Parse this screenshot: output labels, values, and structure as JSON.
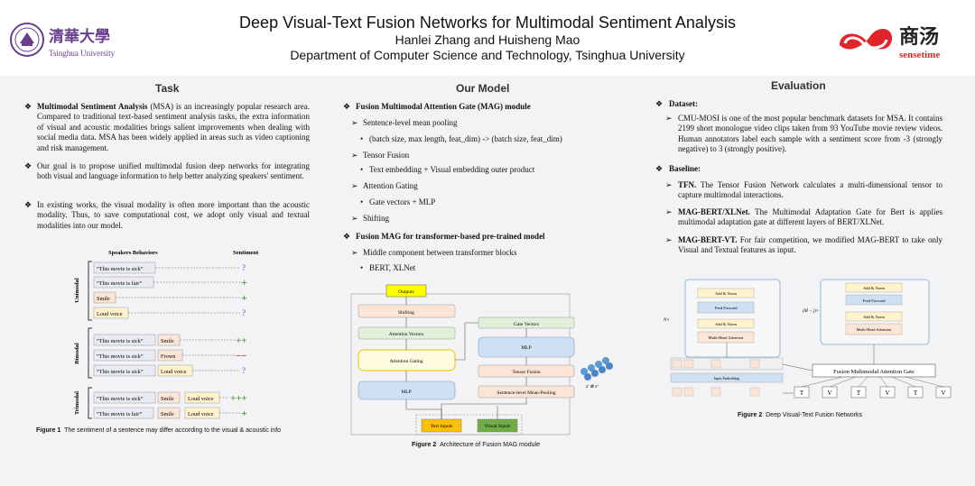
{
  "header": {
    "title": "Deep Visual-Text Fusion Networks for Multimodal Sentiment Analysis",
    "authors": "Hanlei Zhang and Huisheng Mao",
    "department": "Department of Computer Science and Technology, Tsinghua University",
    "left_logo": {
      "chinese": "清華大學",
      "english": "Tsinghua University"
    },
    "right_logo": {
      "chinese": "商汤",
      "english": "sensetime"
    }
  },
  "task": {
    "heading": "Task",
    "p1_bold": "Multimodal Sentiment Analysis",
    "p1_rest": " (MSA) is an increasingly popular research area. Compared to traditional text-based sentiment analysis tasks, the extra information of visual and acoustic modalities brings salient improvements when dealing with social media data. MSA has been widely applied in areas such as video captioning and risk management.",
    "p2": "Our goal is to propose unified multimodal fusion deep networks for integrating both visual and language information to help better analyzing speakers' sentiment.",
    "p3": "In existing works, the visual modality is often more important than the acoustic modality. Thus, to save computational cost, we adopt only visual and textual modalities into our model.",
    "figure1": {
      "col_behaviors": "Speakers Behaviors",
      "col_sentiment": "Sentiment",
      "group_unimodal": "Unimodal",
      "group_bimodal": "Bimodal",
      "group_trimodal": "Trimodal",
      "uni": [
        "“This movie is sick”",
        "“This movie is fair”",
        "Smile",
        "Loud voice"
      ],
      "uni_sent": [
        "?",
        "+",
        "+",
        "?"
      ],
      "bi_text": "“This movie is sick”",
      "bi_cue": [
        "Smile",
        "Frown",
        "Loud voice"
      ],
      "bi_sent": [
        "++",
        "−−",
        "?"
      ],
      "tri_text": [
        "“This movie is sick”",
        "“This movie is fair”"
      ],
      "tri_cue1": [
        "Smile",
        "Smile"
      ],
      "tri_cue2": [
        "Loud voice",
        "Loud voice"
      ],
      "tri_sent": [
        "+++",
        "+"
      ],
      "caption_label": "Figure 1",
      "caption_text": "The sentiment of a sentence may differ according to the visual & acoustic info"
    }
  },
  "model": {
    "heading": "Our Model",
    "s1": "Fusion Multimodal Attention Gate (MAG) module",
    "s1_items": [
      {
        "level": 1,
        "text": "Sentence-level mean pooling"
      },
      {
        "level": 2,
        "text": "(batch size, max length, feat_dim) -> (batch size, feat_dim)"
      },
      {
        "level": 1,
        "text": "Tensor Fusion"
      },
      {
        "level": 2,
        "text": "Text embedding + Visual embedding outer product"
      },
      {
        "level": 1,
        "text": "Attention Gating"
      },
      {
        "level": 2,
        "text": "Gate vectors + MLP"
      },
      {
        "level": 1,
        "text": "Shifting"
      }
    ],
    "s2": "Fusion MAG for transformer-based pre-trained model",
    "s2_items": [
      {
        "level": 1,
        "text": "Middle component between transformer blocks"
      },
      {
        "level": 2,
        "text": "BERT, XLNet"
      }
    ],
    "figure2": {
      "outputs": "Outputs",
      "shifting": "Shifting",
      "attention_vectors": "Attention Vectors",
      "attention_gating": "Attention Gating",
      "mlp_left": "MLP",
      "gate_vectors": "Gate Vectors",
      "mlp_right": "MLP",
      "tensor_fusion": "Tensor Fusion",
      "mean_pooling": "Sentence-level Mean-Pooling",
      "text_inputs": "Text Inputs",
      "visual_inputs": "Visual Inputs",
      "outer": "zˡ ⊗ zᵛ",
      "caption_label": "Figure 2",
      "caption_text": "Architecture of Fusion MAG module"
    }
  },
  "evaluation": {
    "heading": "Evaluation",
    "dataset_label": "Dataset:",
    "dataset_text": "CMU-MOSI is one of the most popular benchmark datasets for MSA. It contains 2199 short monologue video clips taken from 93 YouTube movie review videos. Human annotators label each sample with a sentiment score from -3 (strongly negative) to 3 (strongly positive).",
    "baseline_label": "Baseline:",
    "baselines": [
      {
        "name": "TFN.",
        "text": " The Tensor Fusion Network calculates a multi-dimensional tensor to capture multimodal interactions."
      },
      {
        "name": "MAG-BERT/XLNet.",
        "text": " The Multimodal Adaptation Gate for Bert is applies multimodal adaptation gate at different layers of BERT/XLNet."
      },
      {
        "name": "MAG-BERT-VT.",
        "text": " For fair competition, we modified MAG-BERT to take only Visual and Textual features as input."
      }
    ],
    "figure2b": {
      "add_norm": "Add & Norm",
      "feed_forward": "Feed Forward",
      "mha": "Multi-Head Attention",
      "fusion_gate": "Fusion Multimodal Attention Gate",
      "input_embedding": "Input Embedding",
      "nx": "N×",
      "mx": "(M − j)×",
      "tokens": [
        "T",
        "V",
        "T",
        "V",
        "T",
        "V"
      ],
      "caption_label": "Figure 2",
      "caption_text": "Deep Visual-Text Fusion Networks"
    }
  },
  "colors": {
    "purple": "#6a3d8f",
    "red": "#d9262b",
    "green": "#4a9a3a",
    "blue_box": "#cfe0f3",
    "yellow": "#ffff00"
  }
}
